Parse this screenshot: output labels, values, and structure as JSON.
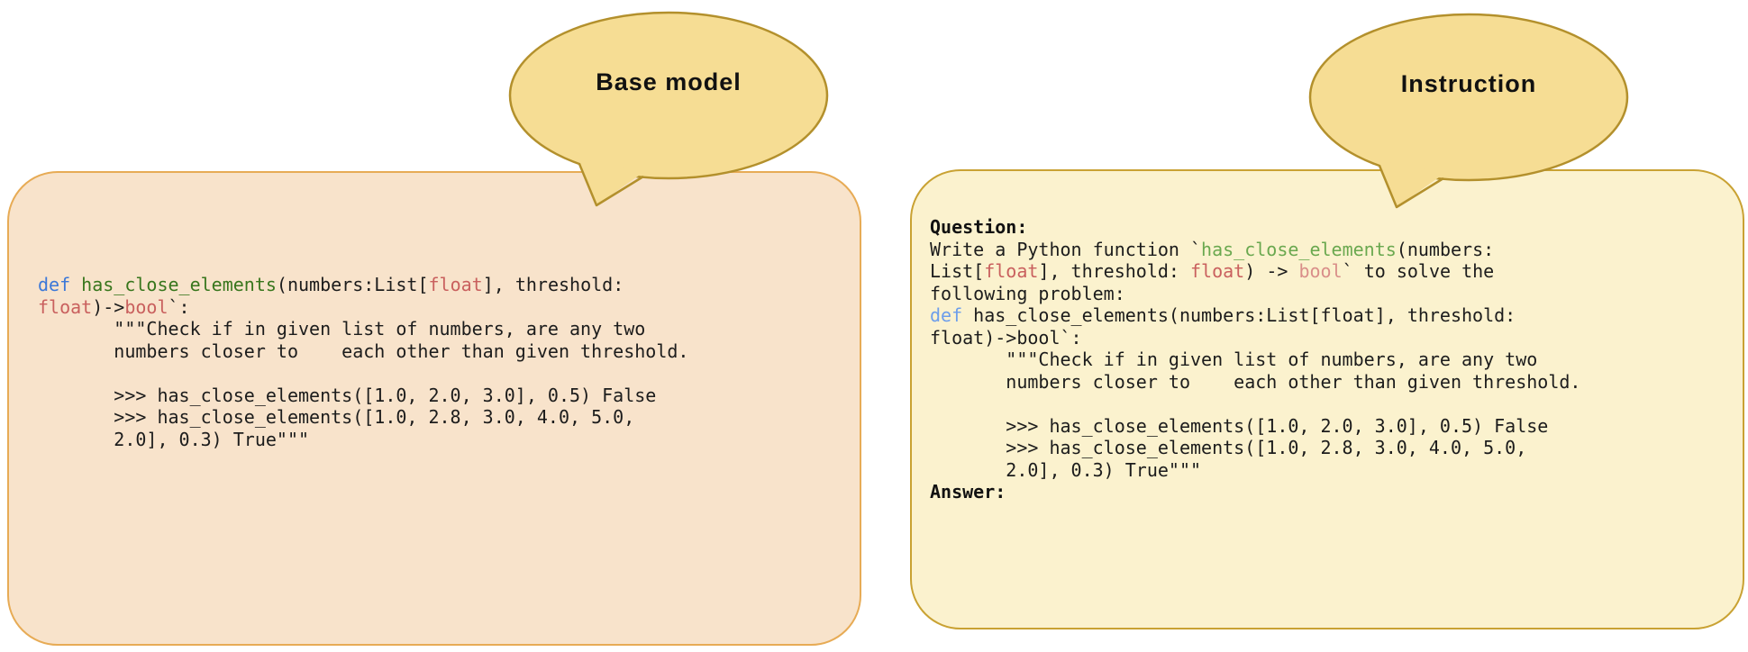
{
  "figure": {
    "description_colors": {
      "left_panel_bg": "#f8e3cb",
      "left_panel_border": "#e7ab55",
      "right_panel_bg": "#fbf2ce",
      "right_panel_border": "#c9a233",
      "bubble_bg": "#f6dd94",
      "bubble_border": "#b3902c",
      "keyword_blue": "#3c78d8",
      "keyword_blue_light": "#6d9eeb",
      "function_green_dark": "#38761d",
      "function_green_light": "#6aa84f",
      "type_salmon": "#c9605e",
      "type_pink_light": "#d98e89",
      "text": "#1c1c1c"
    }
  },
  "left_panel": {
    "bubble_label": "Base model",
    "code_lines": [
      [
        [
          "kw",
          "def "
        ],
        [
          "fn",
          "has_close_elements"
        ],
        [
          "pl",
          "(numbers:List["
        ],
        [
          "ty",
          "float"
        ],
        [
          "pl",
          "], threshold:"
        ]
      ],
      [
        [
          "ty",
          "float"
        ],
        [
          "pl",
          ")->"
        ],
        [
          "ty",
          "bool"
        ],
        [
          "pl",
          "`:"
        ]
      ],
      [
        [
          "pl",
          "       \"\"\"Check if in given list of numbers, are any two"
        ]
      ],
      [
        [
          "pl",
          "       numbers closer to    each other than given threshold."
        ]
      ],
      [],
      [
        [
          "pl",
          "       >>> has_close_elements([1.0, 2.0, 3.0], 0.5) False"
        ]
      ],
      [
        [
          "pl",
          "       >>> has_close_elements([1.0, 2.8, 3.0, 4.0, 5.0,"
        ]
      ],
      [
        [
          "pl",
          "       2.0], 0.3) True\"\"\""
        ]
      ]
    ]
  },
  "right_panel": {
    "bubble_label": "Instruction",
    "code_lines": [
      [
        [
          "b",
          "Question:"
        ]
      ],
      [
        [
          "pl",
          "Write a Python function `"
        ],
        [
          "fn2",
          "has_close_elements"
        ],
        [
          "pl",
          "(numbers:"
        ]
      ],
      [
        [
          "pl",
          "List["
        ],
        [
          "ty",
          "float"
        ],
        [
          "pl",
          "], threshold: "
        ],
        [
          "ty",
          "float"
        ],
        [
          "pl",
          ") -> "
        ],
        [
          "ty2",
          "bool"
        ],
        [
          "pl",
          "` to solve the"
        ]
      ],
      [
        [
          "pl",
          "following problem:"
        ]
      ],
      [
        [
          "kw2",
          "def "
        ],
        [
          "pl",
          "has_close_elements(numbers:List[float], threshold:"
        ]
      ],
      [
        [
          "pl",
          "float)->bool`:"
        ]
      ],
      [
        [
          "pl",
          "       \"\"\"Check if in given list of numbers, are any two"
        ]
      ],
      [
        [
          "pl",
          "       numbers closer to    each other than given threshold."
        ]
      ],
      [],
      [
        [
          "pl",
          "       >>> has_close_elements([1.0, 2.0, 3.0], 0.5) False"
        ]
      ],
      [
        [
          "pl",
          "       >>> has_close_elements([1.0, 2.8, 3.0, 4.0, 5.0,"
        ]
      ],
      [
        [
          "pl",
          "       2.0], 0.3) True\"\"\""
        ]
      ],
      [
        [
          "b",
          "Answer:"
        ]
      ]
    ]
  }
}
